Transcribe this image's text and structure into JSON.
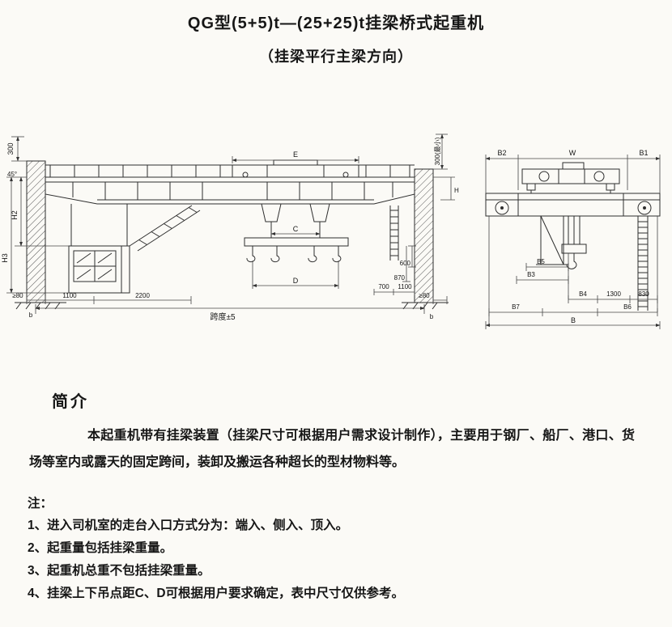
{
  "page": {
    "title": "QG型(5+5)t—(25+25)t挂梁桥式起重机",
    "subtitle": "（挂梁平行主梁方向）"
  },
  "drawing": {
    "front": {
      "dim_300_top": "300",
      "angle_45": "45°",
      "dim_e": "E",
      "dim_300_right": "300(最小)",
      "dim_h": "H",
      "dim_h2": "H2",
      "dim_h3": "H3",
      "dim_c": "C",
      "dim_d": "D",
      "dim_600": "600",
      "dim_870": "870",
      "dim_700": "700",
      "dim_1100_right": "1100",
      "dim_ge80_left": "≥80",
      "dim_1100_left": "1100",
      "dim_2200": "2200",
      "dim_span": "跨度±5",
      "dim_ge80_right": "≥80",
      "mark_b_left": "b",
      "mark_b_right": "b"
    },
    "side": {
      "dim_b2": "B2",
      "dim_w": "W",
      "dim_b1": "B1",
      "dim_b5": "B5",
      "dim_b3": "B3",
      "dim_b4": "B4",
      "dim_1300": "1300",
      "dim_830": "830",
      "dim_b7": "B7",
      "dim_b6": "B6",
      "dim_b": "B"
    }
  },
  "intro": {
    "heading": "简介",
    "body": "本起重机带有挂梁装置（挂梁尺寸可根据用户需求设计制作），主要用于钢厂、船厂、港口、货场等室内或露天的固定跨间，装卸及搬运各种超长的型材物料等。"
  },
  "notes": {
    "heading": "注：",
    "items": [
      "1、进入司机室的走台入口方式分为：端入、侧入、顶入。",
      "2、起重量包括挂梁重量。",
      "3、起重机总重不包括挂梁重量。",
      "4、挂梁上下吊点距C、D可根据用户要求确定，表中尺寸仅供参考。"
    ]
  }
}
